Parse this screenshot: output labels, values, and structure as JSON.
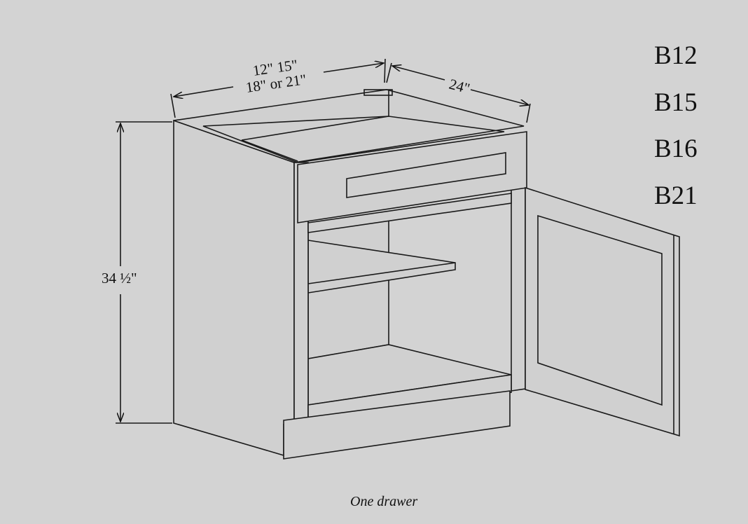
{
  "dimensions": {
    "width_line1": "12\" 15\"",
    "width_line2": "18\" or 21\"",
    "depth": "24\"",
    "height": "34 ½\""
  },
  "models": [
    "B12",
    "B15",
    "B16",
    "B21"
  ],
  "caption": "One drawer",
  "colors": {
    "background": "#d3d3d3",
    "line": "#1a1a1a"
  }
}
